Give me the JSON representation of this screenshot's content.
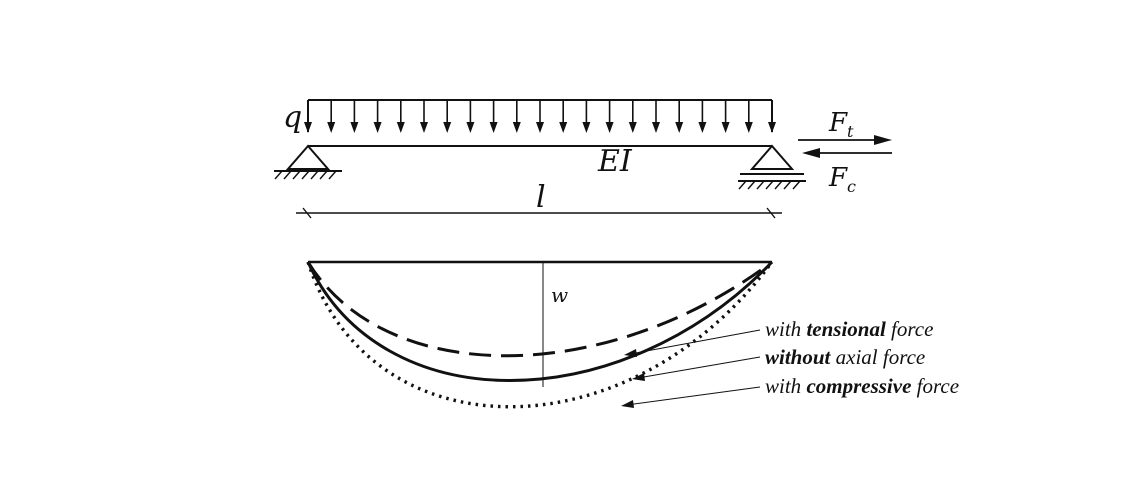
{
  "labels": {
    "load": "q",
    "stiffness": "EI",
    "length": "l",
    "deflection": "w",
    "force_main": "F",
    "tension_sub": "t",
    "compression_sub": "c"
  },
  "legend": {
    "tension": {
      "pre": "with ",
      "bold": "tensional",
      "post": " force"
    },
    "none": {
      "pre": "",
      "bold": "without",
      "post": " axial force"
    },
    "compression": {
      "pre": "with ",
      "bold": "compressive",
      "post": " force"
    }
  },
  "colors": {
    "ink": "#111111",
    "background": "#ffffff"
  }
}
